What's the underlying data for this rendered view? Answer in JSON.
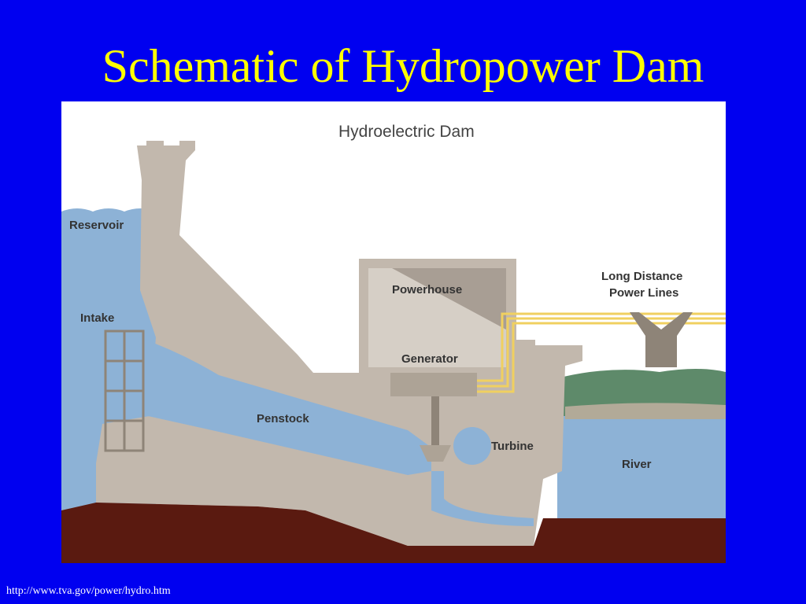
{
  "slide": {
    "title": "Schematic of Hydropower Dam",
    "source_url": "http://www.tva.gov/power/hydro.htm"
  },
  "diagram": {
    "title": "Hydroelectric Dam",
    "labels": {
      "reservoir": "Reservoir",
      "intake": "Intake",
      "penstock": "Penstock",
      "powerhouse": "Powerhouse",
      "generator": "Generator",
      "turbine": "Turbine",
      "power_lines_line1": "Long Distance",
      "power_lines_line2": "Power Lines",
      "river": "River"
    }
  },
  "colors": {
    "background": "#0000f0",
    "title": "#ffff00",
    "water": "#8db2d6",
    "concrete": "#c2b8ad",
    "ground": "#5a1a10",
    "power_lines": "#f0d060"
  }
}
